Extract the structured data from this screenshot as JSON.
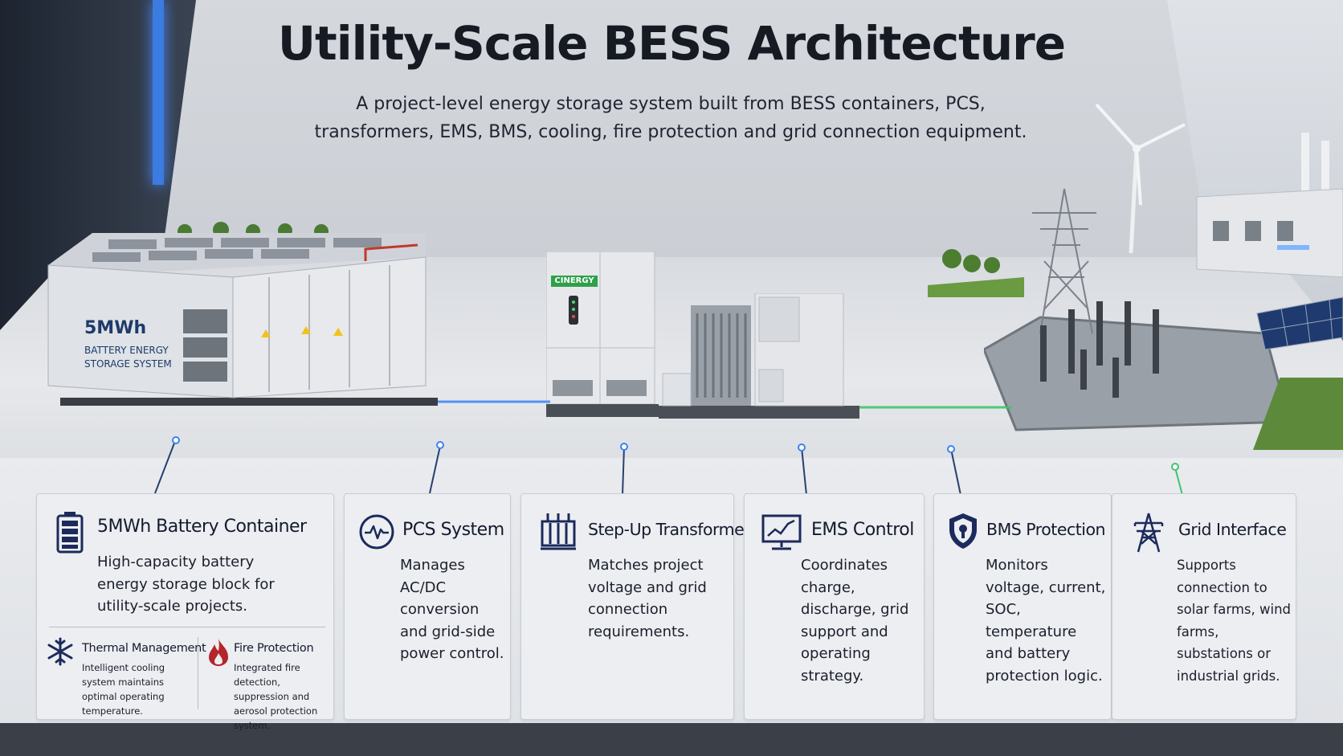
{
  "title": "Utility-Scale BESS Architecture",
  "subtitle": "A project-level energy storage system built from BESS containers, PCS, transformers, EMS, BMS, cooling, fire protection and grid connection equipment.",
  "model": {
    "container_label": "5MWh",
    "container_sub": "BATTERY ENERGY\nSTORAGE SYSTEM",
    "brand": "CINERGY"
  },
  "cards": [
    {
      "title": "5MWh Battery Container",
      "icon": "battery-icon",
      "body": "High-capacity battery energy storage block for utility-scale projects.",
      "features": [
        {
          "title": "Thermal Management",
          "icon": "snowflake-icon",
          "body": "Intelligent cooling system maintains optimal operating temperature."
        },
        {
          "title": "Fire Protection",
          "icon": "flame-icon",
          "body": "Integrated fire detection, suppression and aerosol protection system."
        }
      ]
    },
    {
      "title": "PCS System",
      "icon": "waveform-icon",
      "body": "Manages AC/DC conversion and grid-side power control."
    },
    {
      "title": "Step-Up Transformer",
      "icon": "transformer-icon",
      "body": "Matches project voltage and grid connection requirements."
    },
    {
      "title": "EMS Control",
      "icon": "monitor-chart-icon",
      "body": "Coordinates charge, discharge, grid support and operating strategy."
    },
    {
      "title": "BMS Protection",
      "icon": "shield-icon",
      "body": "Monitors voltage, current, SOC, temperature and battery protection logic."
    },
    {
      "title": "Grid Interface",
      "icon": "power-tower-icon",
      "body": "Supports connection to solar farms, wind farms, substations or industrial grids."
    }
  ],
  "colors": {
    "accent": "#1c2a5c",
    "flame": "#b3262a",
    "wire_blue": "#3b82f6",
    "wire_green": "#3ec46d"
  }
}
